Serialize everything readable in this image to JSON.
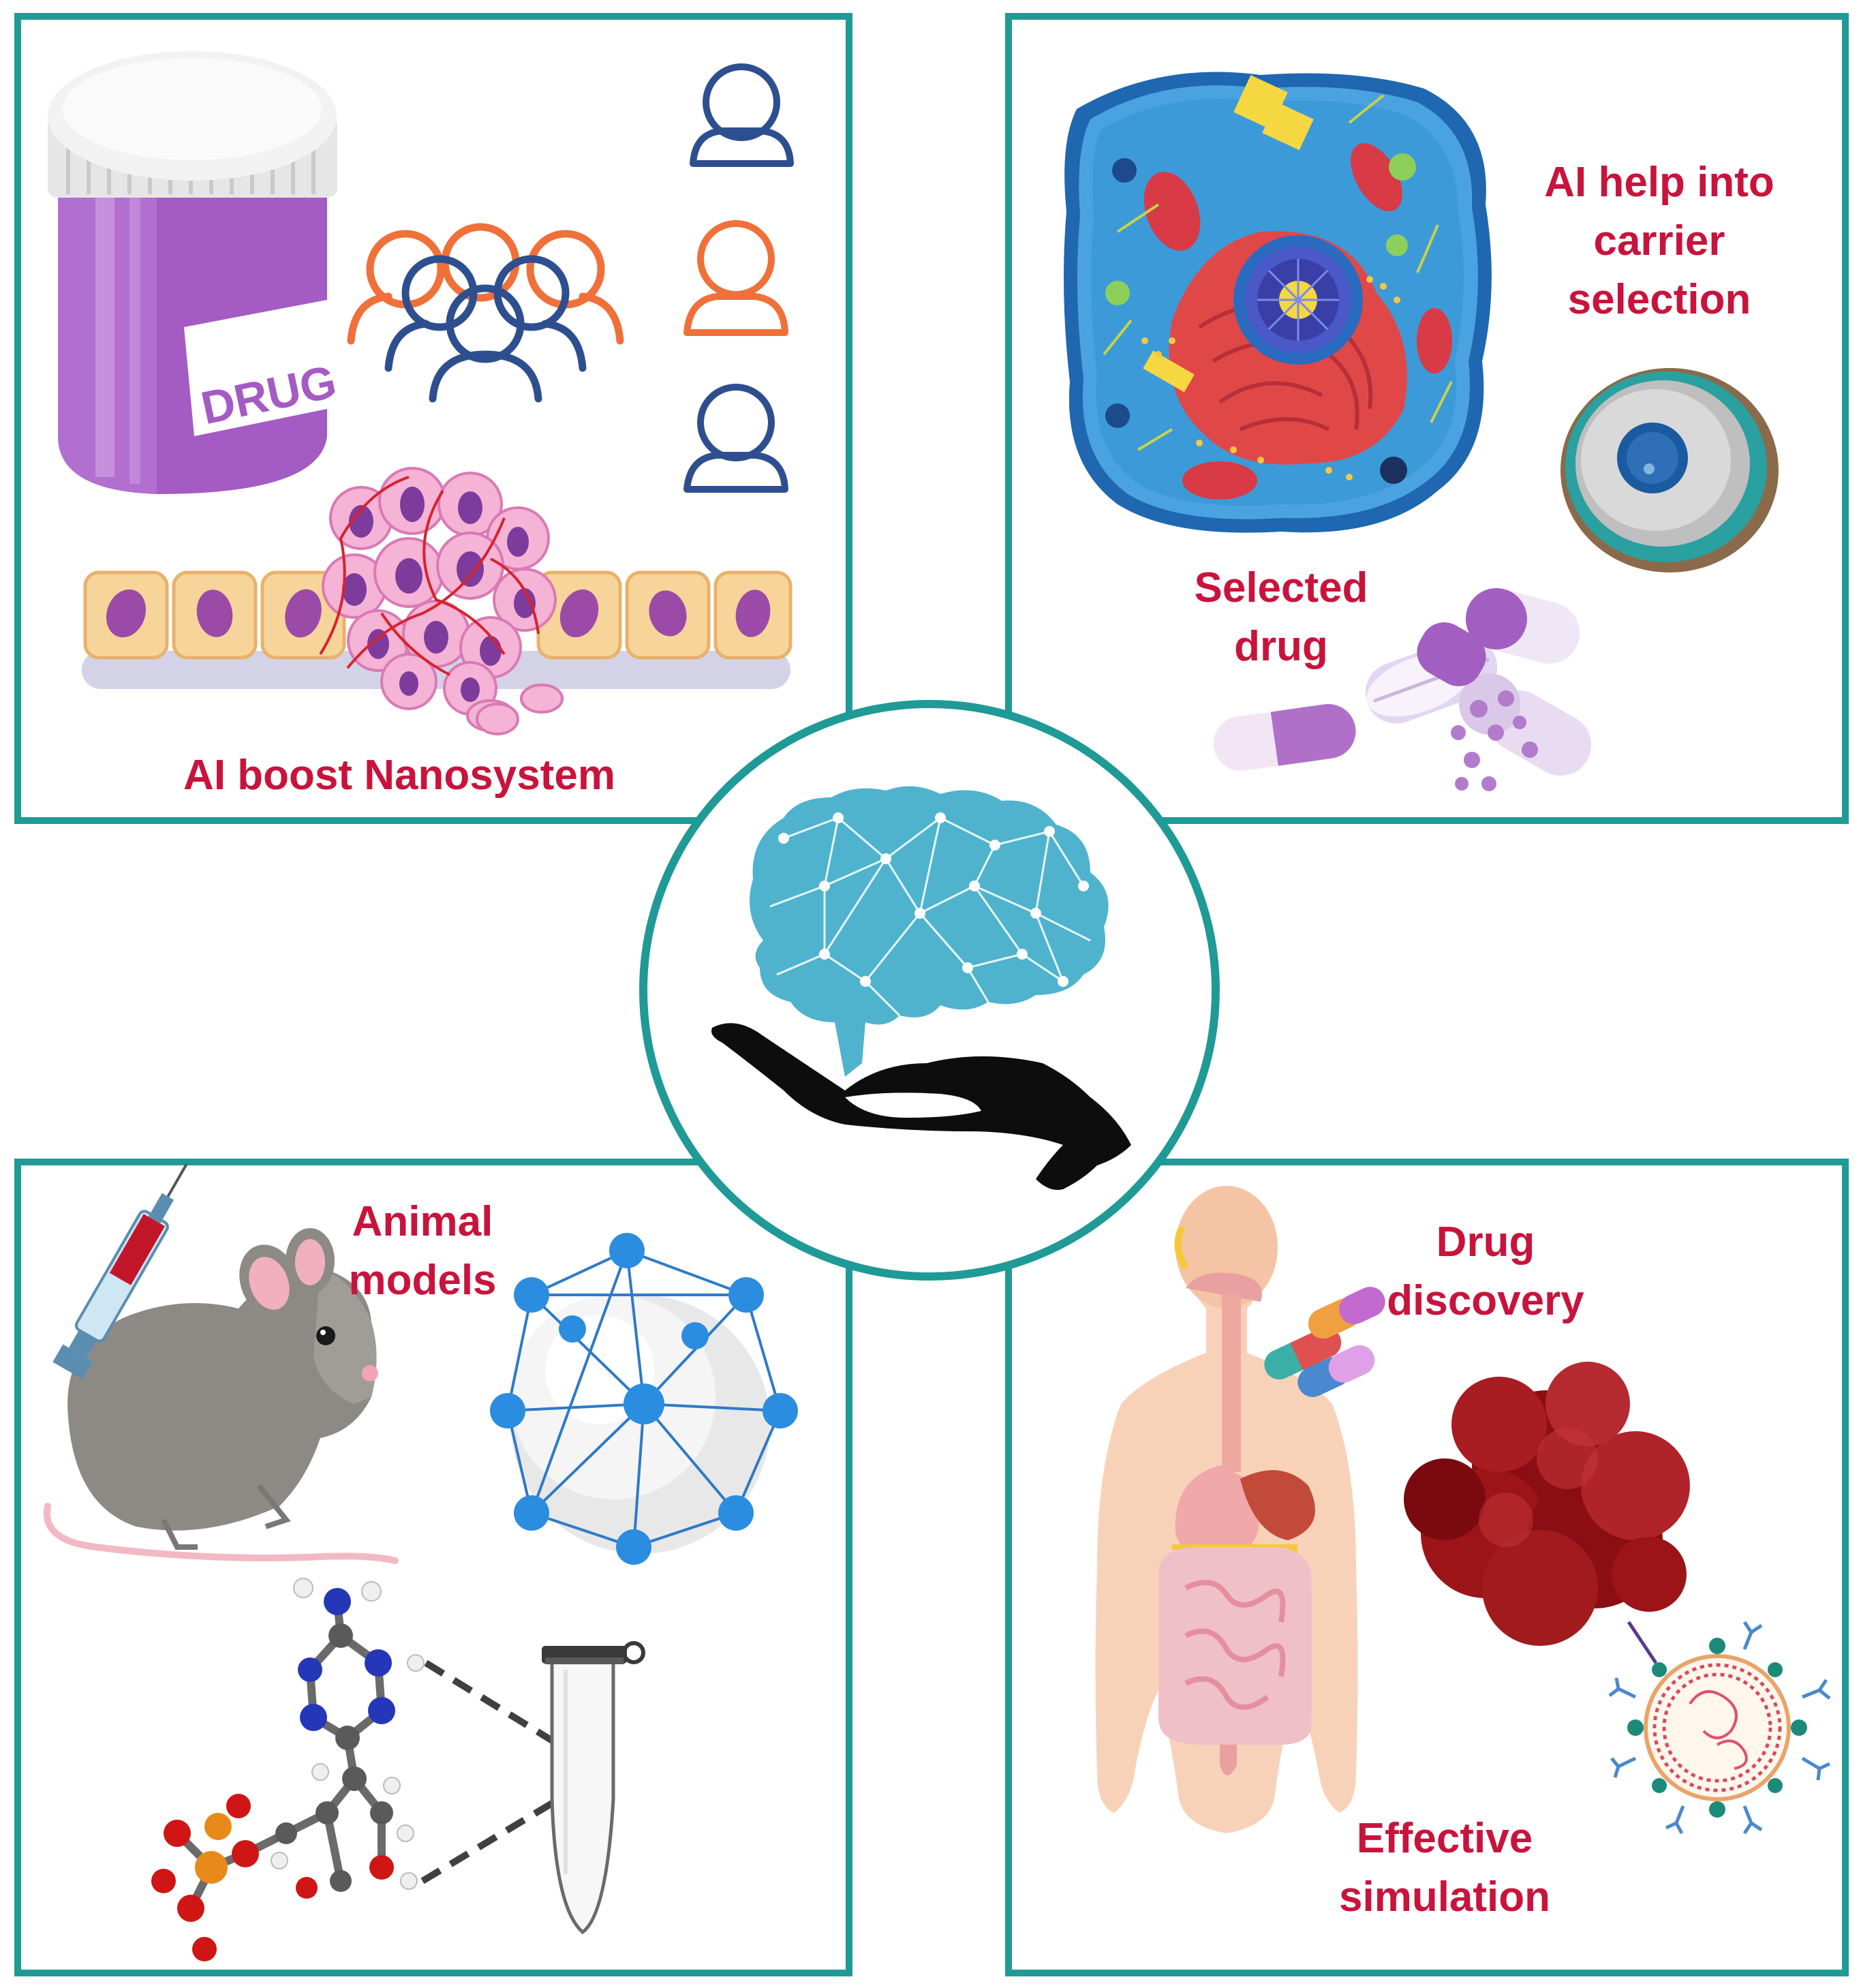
{
  "colors": {
    "frame": "#1f9a96",
    "label": "#c8143c",
    "person_blue": "#2e4f8f",
    "person_orange": "#f0703a",
    "brain": "#4fb3ce",
    "hand": "#0d0d0d"
  },
  "panels": {
    "top_left": {
      "label": "AI boost Nanosystem",
      "jar_label": "DRUG",
      "icons": [
        "drug-jar",
        "people-group-icon",
        "person-icon",
        "tumor-tissue"
      ]
    },
    "top_right": {
      "label_lines": [
        "AI help into",
        "carrier",
        "selection"
      ],
      "secondary_label_lines": [
        "Selected",
        "drug"
      ],
      "icons": [
        "animal-cell",
        "nanocapsule",
        "capsules-pills"
      ]
    },
    "bottom_left": {
      "label_lines": [
        "Animal",
        "models"
      ],
      "icons": [
        "mouse-with-syringe",
        "nanoparticle-sphere",
        "molecule-model",
        "test-tube"
      ]
    },
    "bottom_right": {
      "label_lines": [
        "Drug",
        "discovery"
      ],
      "secondary_label_lines": [
        "Effective",
        "simulation"
      ],
      "icons": [
        "human-digestive-system",
        "capsules",
        "tumor-mass",
        "liposome"
      ]
    },
    "center": {
      "icons": [
        "brain-network-icon",
        "hand-icon"
      ]
    }
  }
}
